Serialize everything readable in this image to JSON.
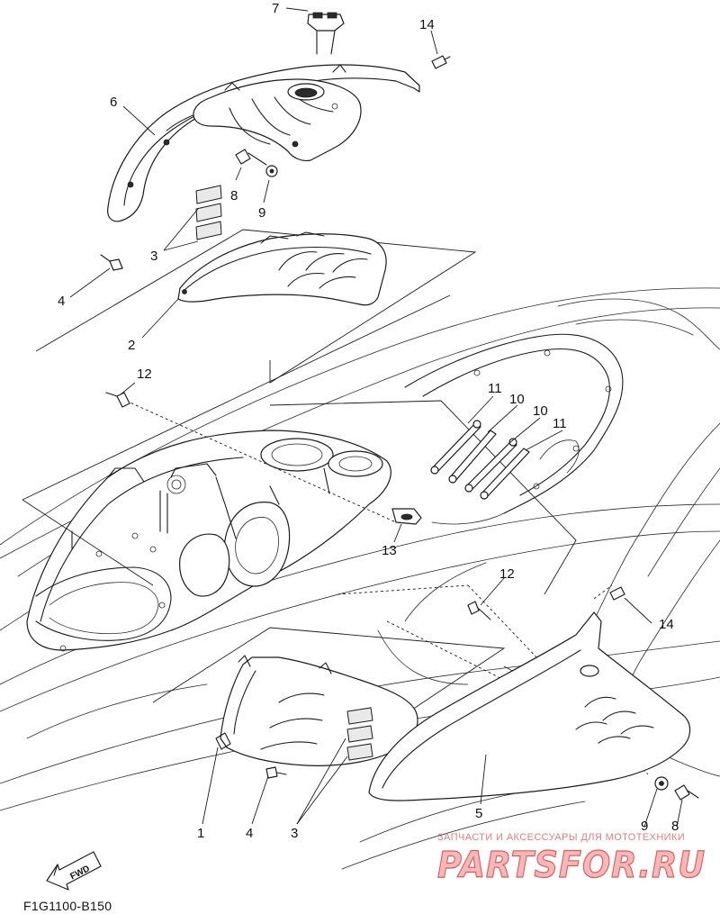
{
  "diagram": {
    "code": "F1G1100-B150",
    "fwd_label": "FWD",
    "callouts": [
      {
        "id": "c7",
        "text": "7"
      },
      {
        "id": "c14a",
        "text": "14"
      },
      {
        "id": "c6",
        "text": "6"
      },
      {
        "id": "c8a",
        "text": "8"
      },
      {
        "id": "c9a",
        "text": "9"
      },
      {
        "id": "c3a",
        "text": "3"
      },
      {
        "id": "c4a",
        "text": "4"
      },
      {
        "id": "c2",
        "text": "2"
      },
      {
        "id": "c12a",
        "text": "12"
      },
      {
        "id": "c11a",
        "text": "11"
      },
      {
        "id": "c10a",
        "text": "10"
      },
      {
        "id": "c10b",
        "text": "10"
      },
      {
        "id": "c11b",
        "text": "11"
      },
      {
        "id": "c13",
        "text": "13"
      },
      {
        "id": "c12b",
        "text": "12"
      },
      {
        "id": "c14b",
        "text": "14"
      },
      {
        "id": "c1",
        "text": "1"
      },
      {
        "id": "c4b",
        "text": "4"
      },
      {
        "id": "c3b",
        "text": "3"
      },
      {
        "id": "c5",
        "text": "5"
      },
      {
        "id": "c9b",
        "text": "9"
      },
      {
        "id": "c8b",
        "text": "8"
      }
    ]
  },
  "watermark": {
    "tagline": "ЗАПЧАСТИ И АКСЕССУАРЫ ДЛЯ МОТОТЕХНИКИ",
    "logo_text": "PARTSFOR.RU"
  }
}
